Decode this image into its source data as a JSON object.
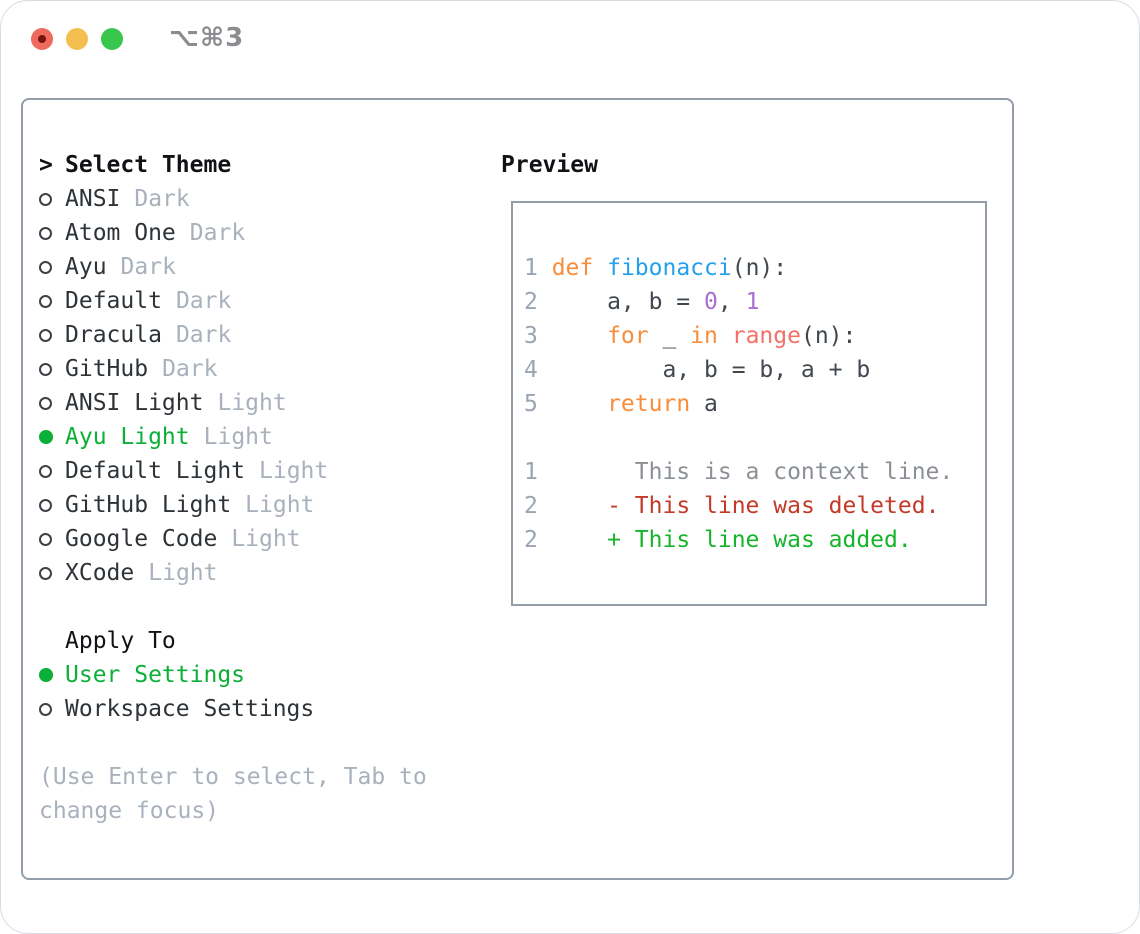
{
  "window": {
    "title": "⌥⌘3",
    "traffic_lights": [
      "close",
      "minimize",
      "zoom"
    ]
  },
  "selector": {
    "header_marker": ">",
    "header_label": "Select Theme",
    "themes": [
      {
        "name": "ANSI",
        "variant": "Dark",
        "selected": false
      },
      {
        "name": "Atom One",
        "variant": "Dark",
        "selected": false
      },
      {
        "name": "Ayu",
        "variant": "Dark",
        "selected": false
      },
      {
        "name": "Default",
        "variant": "Dark",
        "selected": false
      },
      {
        "name": "Dracula",
        "variant": "Dark",
        "selected": false
      },
      {
        "name": "GitHub",
        "variant": "Dark",
        "selected": false
      },
      {
        "name": "ANSI Light",
        "variant": "Light",
        "selected": false
      },
      {
        "name": "Ayu Light",
        "variant": "Light",
        "selected": true
      },
      {
        "name": "Default Light",
        "variant": "Light",
        "selected": false
      },
      {
        "name": "GitHub Light",
        "variant": "Light",
        "selected": false
      },
      {
        "name": "Google Code",
        "variant": "Light",
        "selected": false
      },
      {
        "name": "XCode",
        "variant": "Light",
        "selected": false
      }
    ],
    "apply_label": "Apply To",
    "apply_options": [
      {
        "name": "User Settings",
        "selected": true
      },
      {
        "name": "Workspace Settings",
        "selected": false
      }
    ],
    "hint_lines": [
      "(Use Enter to select, Tab to",
      "change focus)"
    ]
  },
  "preview": {
    "label": "Preview",
    "code_lines": [
      {
        "num": "1",
        "segments": [
          {
            "text": "def",
            "style": "keyword"
          },
          {
            "text": " ",
            "style": "default"
          },
          {
            "text": "fibonacci",
            "style": "function"
          },
          {
            "text": "(n):",
            "style": "default"
          }
        ]
      },
      {
        "num": "2",
        "segments": [
          {
            "text": "    a, b = ",
            "style": "default"
          },
          {
            "text": "0",
            "style": "number"
          },
          {
            "text": ", ",
            "style": "default"
          },
          {
            "text": "1",
            "style": "number"
          }
        ]
      },
      {
        "num": "3",
        "segments": [
          {
            "text": "    ",
            "style": "default"
          },
          {
            "text": "for",
            "style": "keyword"
          },
          {
            "text": " _ ",
            "style": "default"
          },
          {
            "text": "in",
            "style": "keyword"
          },
          {
            "text": " ",
            "style": "default"
          },
          {
            "text": "range",
            "style": "builtin"
          },
          {
            "text": "(n):",
            "style": "default"
          }
        ]
      },
      {
        "num": "4",
        "segments": [
          {
            "text": "        a, b = b, a + b",
            "style": "default"
          }
        ]
      },
      {
        "num": "5",
        "segments": [
          {
            "text": "    ",
            "style": "default"
          },
          {
            "text": "return",
            "style": "keyword"
          },
          {
            "text": " a",
            "style": "default"
          }
        ]
      }
    ],
    "diff_lines": [
      {
        "num": "1",
        "segments": [
          {
            "text": "      This is a context line.",
            "style": "context"
          }
        ]
      },
      {
        "num": "2",
        "segments": [
          {
            "text": "    ",
            "style": "default"
          },
          {
            "text": "- This line was deleted.",
            "style": "deleted"
          }
        ]
      },
      {
        "num": "2",
        "segments": [
          {
            "text": "    ",
            "style": "default"
          },
          {
            "text": "+ This line was added.",
            "style": "added"
          }
        ]
      }
    ]
  },
  "colors": {
    "traffic_red": "#ee6a5e",
    "traffic_red_dot": "#7a130b",
    "traffic_yellow": "#f5bf4f",
    "traffic_green": "#38c74c",
    "title_gray": "#8b8b90",
    "border": "#939daa",
    "header_black": "#101216",
    "text_dark": "#2e3338",
    "text_muted": "#a8b1bc",
    "selected_green": "#0caf38",
    "line_number": "#9aa5b1",
    "code_default": "#40474f",
    "keyword": "#f88d3b",
    "function": "#25a0ea",
    "number": "#a76fd2",
    "builtin": "#f56f68",
    "context": "#8b9096",
    "deleted": "#c43a28",
    "added": "#16b42b"
  }
}
